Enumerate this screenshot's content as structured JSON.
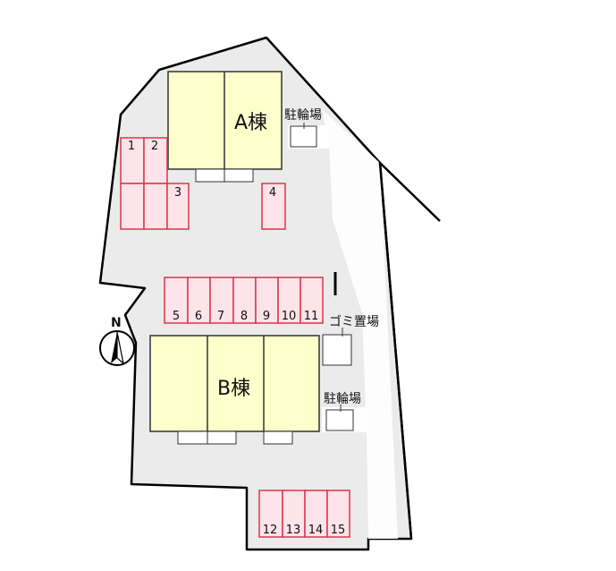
{
  "buildings": {
    "a": {
      "label": "A棟"
    },
    "b": {
      "label": "B棟"
    }
  },
  "facilities": {
    "bike_parking_a": "駐輪場",
    "bike_parking_b": "駐輪場",
    "garbage": "ゴミ置場"
  },
  "compass": {
    "label": "N"
  },
  "parking_spaces": [
    "1",
    "2",
    "3",
    "4",
    "5",
    "6",
    "7",
    "8",
    "9",
    "10",
    "11",
    "12",
    "13",
    "14",
    "15"
  ],
  "colors": {
    "lot": "#ebebeb",
    "building": "#ffffcc",
    "parking_fill": "#fde3ea",
    "parking_border": "#d9364b"
  }
}
